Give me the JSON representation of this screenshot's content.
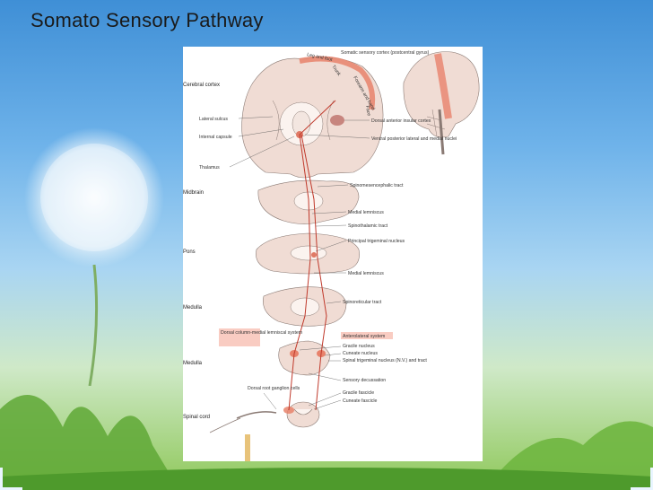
{
  "slide": {
    "title": "Somato Sensory Pathway"
  },
  "figure": {
    "sections": {
      "cerebral_cortex": "Cerebral cortex",
      "midbrain": "Midbrain",
      "pons": "Pons",
      "medulla_upper": "Medulla",
      "medulla_lower": "Medulla",
      "spinal_cord": "Spinal cord"
    },
    "labels": {
      "leg_and_foot": "Leg and foot",
      "trunk": "Trunk",
      "forearm_and_hand": "Forearm and hand",
      "face": "Face",
      "somatic_cortex": "Somatic sensory cortex (postcentral gyrus)",
      "lateral_sulcus": "Lateral sulcus",
      "internal_capsule": "Internal capsule",
      "thalamus": "Thalamus",
      "dorsal_anterior_insular": "Dorsal anterior insular cortex",
      "ventral_posterior": "Ventral posterior lateral and medial nuclei",
      "spinomesencephalic": "Spinomesencephalic tract",
      "medial_lemniscus_1": "Medial lemniscus",
      "spinothalamic": "Spinothalamic tract",
      "principal_trigeminal": "Principal trigeminal nucleus",
      "medial_lemniscus_2": "Medial lemniscus",
      "spinoreticular": "Spinoreticular tract",
      "dorsal_column": "Dorsal column-medial lemniscal system",
      "anterolateral": "Anterolateral system",
      "gracile_nucleus": "Gracile nucleus",
      "cuneate_nucleus": "Cuneate nucleus",
      "spinal_trigeminal": "Spinal trigeminal nucleus (N.V.) and tract",
      "sensory_decussation": "Sensory decussation",
      "dorsal_root": "Dorsal root ganglion cells",
      "gracile_fascicle": "Gracile fascicle",
      "cuneate_fascicle": "Cuneate fascicle"
    }
  },
  "colors": {
    "tract_red": "#c0392b",
    "highlight": "#f4a38f"
  }
}
